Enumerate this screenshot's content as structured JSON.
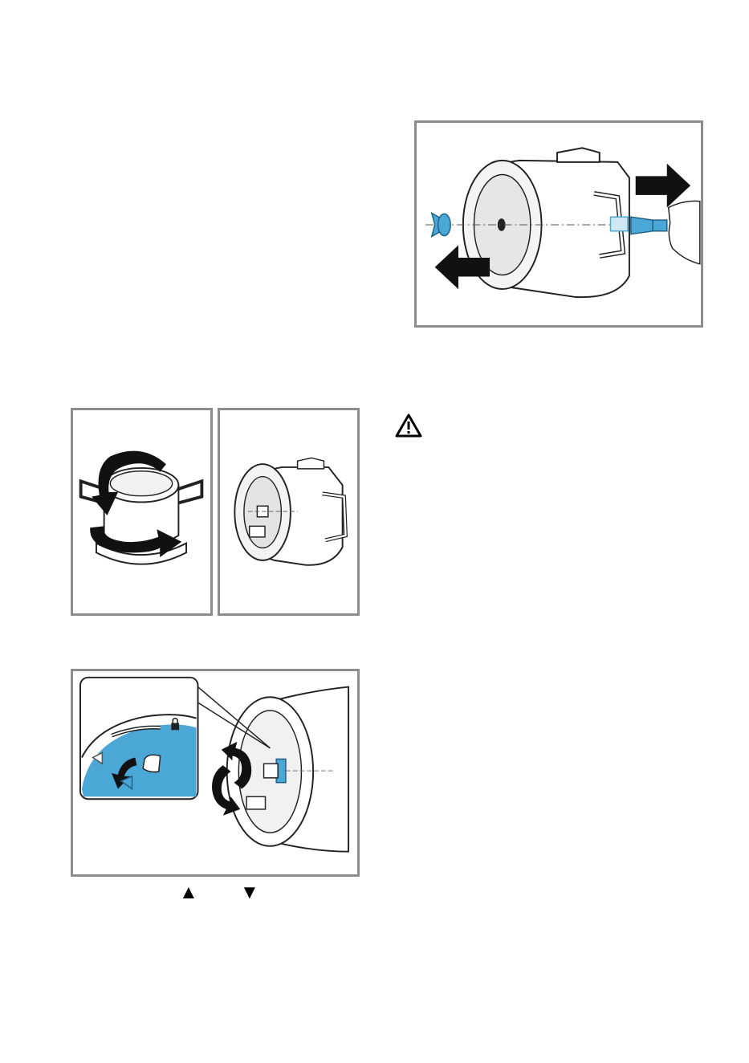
{
  "figures": {
    "top_right": {
      "icon": "remove-axle-arrows-illustration"
    },
    "pot_turn": {
      "icon": "rotate-pot-illustration"
    },
    "drum": {
      "icon": "drum-insert-illustration"
    },
    "lock": {
      "icon": "lock-rotation-illustration"
    }
  },
  "warning": {
    "icon": "warning-triangle-icon"
  },
  "markers": {
    "up": "▲",
    "down": "▼"
  },
  "colors": {
    "accent_blue": "#4aa7d6",
    "frame_gray": "#8c8c8c"
  }
}
